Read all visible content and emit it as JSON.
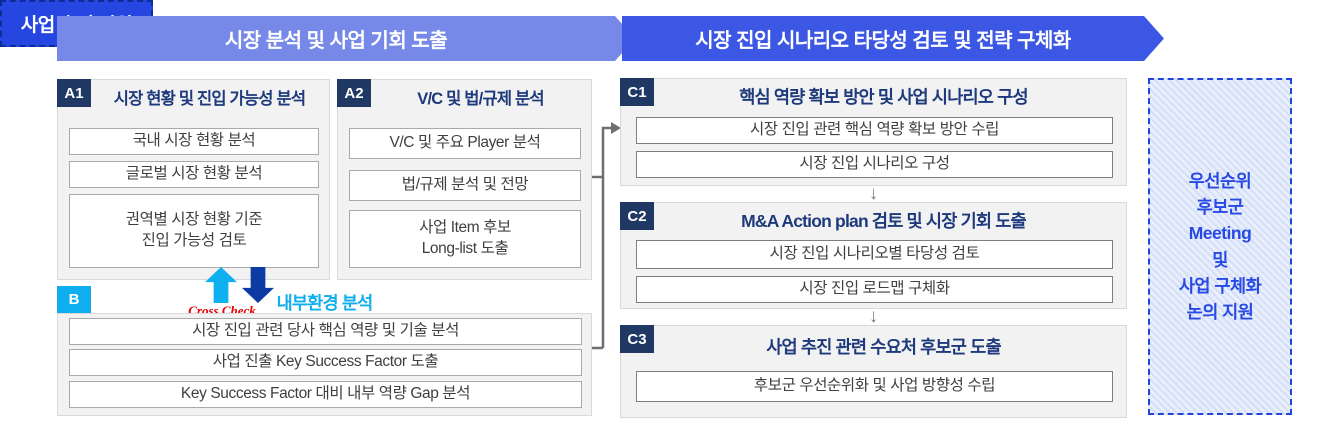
{
  "colors": {
    "phase1_fill": "#7789E8",
    "phase2_fill": "#3B57E4",
    "phase3_fill": "#2546E0",
    "badge_navy": "#1F3864",
    "badge_cyan": "#0FAEEF",
    "title_navy": "#1E3A7C",
    "cross_check_red": "#E60000",
    "support_blue": "#2749E5"
  },
  "banners": {
    "phase1": "시장 분석 및 사업 기회 도출",
    "phase2": "시장 진입 시나리오 타당성 검토 및 전략 구체화",
    "phase3": "사업 추진 지원"
  },
  "a1": {
    "badge": "A1",
    "title": "시장 현황 및 진입 가능성 분석",
    "items": [
      "국내 시장 현황 분석",
      "글로벌 시장 현황 분석",
      "권역별 시장 현황 기준\n진입 가능성 검토"
    ]
  },
  "a2": {
    "badge": "A2",
    "title": "V/C 및 법/규제 분석",
    "items": [
      "V/C 및 주요 Player 분석",
      "법/규제 분석 및 전망",
      "사업 Item 후보\nLong-list 도출"
    ]
  },
  "cross_check_label": "Cross Check",
  "b": {
    "badge": "B",
    "title": "내부환경 분석",
    "items": [
      "시장 진입 관련 당사 핵심 역량 및 기술 분석",
      "사업 진출 Key Success Factor 도출",
      "Key Success Factor 대비 내부 역량 Gap 분석"
    ]
  },
  "c1": {
    "badge": "C1",
    "title": "핵심 역량 확보 방안 및 사업 시나리오 구성",
    "items": [
      "시장 진입 관련 핵심 역량 확보 방안 수립",
      "시장 진입 시나리오 구성"
    ]
  },
  "c2": {
    "badge": "C2",
    "title": "M&A Action plan 검토 및 시장 기회 도출",
    "items": [
      "시장 진입 시나리오별 타당성 검토",
      "시장 진입 로드맵 구체화"
    ]
  },
  "c3": {
    "badge": "C3",
    "title": "사업 추진 관련 수요처 후보군 도출",
    "items": [
      "후보군 우선순위화 및 사업 방향성 수립"
    ]
  },
  "down_arrow_glyph": "↓",
  "support_box": "우선순위\n후보군\nMeeting\n및\n사업 구체화\n논의 지원"
}
